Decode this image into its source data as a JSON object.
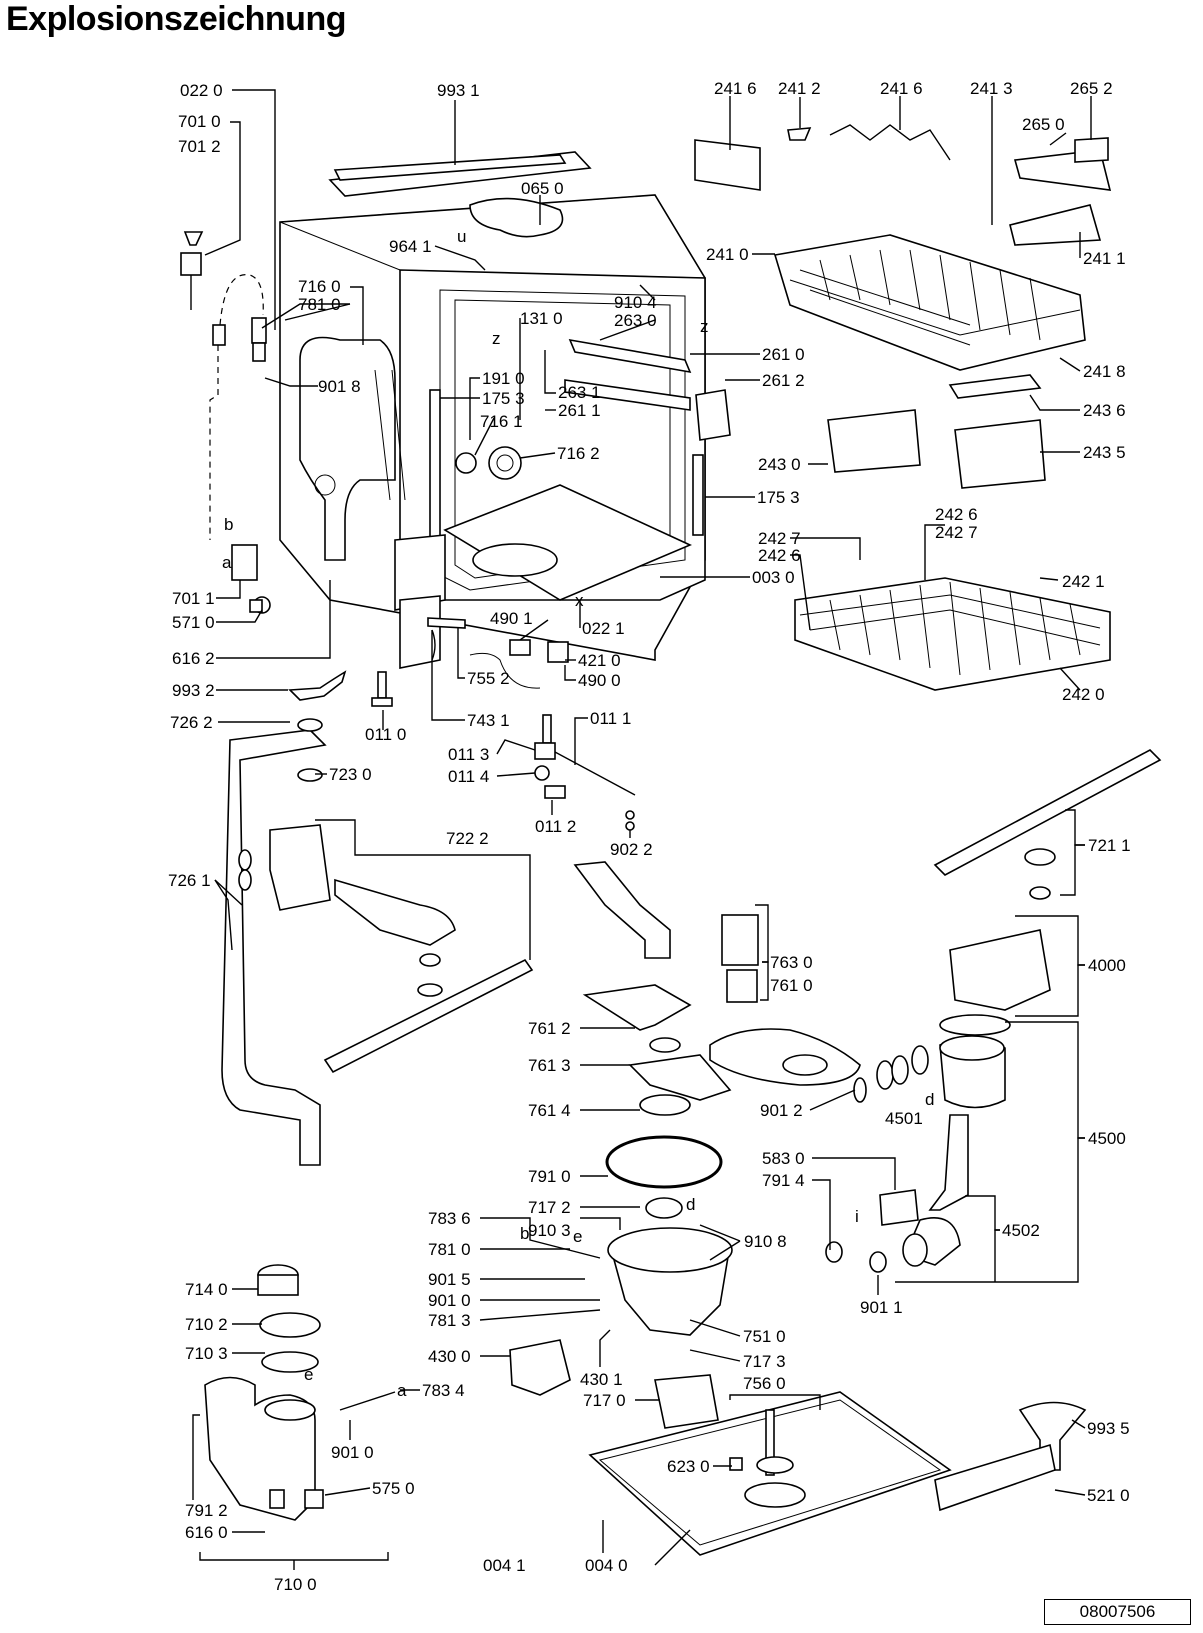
{
  "title": "Explosionszeichnung",
  "reference_number": "08007506",
  "part_labels": {
    "p0220": "022 0",
    "p9931": "993 1",
    "p0650": "065 0",
    "p9641": "964 1",
    "p7010": "701 0",
    "p7012": "701 2",
    "p7160": "716 0",
    "p7810": "781 0",
    "p9018": "901 8",
    "p1310": "131 0",
    "p9104": "910 4",
    "p2630": "263 0",
    "p2610": "261 0",
    "p2612": "261 2",
    "p1910": "191 0",
    "p1753a": "175 3",
    "p2631": "263 1",
    "p2611": "261 1",
    "p7161": "716 1",
    "p7162": "716 2",
    "p1753b": "175 3",
    "p0030": "003 0",
    "p7011": "701 1",
    "p5710": "571 0",
    "p6162": "616 2",
    "p9932": "993 2",
    "p0110": "011 0",
    "p0221": "022 1",
    "p4901": "490 1",
    "p4210": "421 0",
    "p4900": "490 0",
    "p7552": "755 2",
    "p7431": "743 1",
    "p0111": "011 1",
    "p0113": "011 3",
    "p0114": "011 4",
    "p0112": "011 2",
    "p9022": "902 2",
    "p7262": "726 2",
    "p7230": "723 0",
    "p7222": "722 2",
    "p7261": "726 1",
    "p2416a": "241 6",
    "p2412": "241 2",
    "p2416b": "241 6",
    "p2413": "241 3",
    "p2652": "265 2",
    "p2650": "265 0",
    "p2410": "241 0",
    "p2411": "241 1",
    "p2418": "241 8",
    "p2436": "243 6",
    "p2430": "243 0",
    "p2435": "243 5",
    "p2426a": "242 6",
    "p2427a": "242 7",
    "p2427b": "242 7",
    "p2426b": "242 6",
    "p2421": "242 1",
    "p2420": "242 0",
    "p7211": "721 1",
    "p7630": "763 0",
    "p7610": "761 0",
    "p4000": "4000",
    "p7612": "761 2",
    "p7613": "761 3",
    "p7614": "761 4",
    "p9012": "901 2",
    "p4501": "4501",
    "p4500": "4500",
    "p7910": "791 0",
    "p5830": "583 0",
    "p7914": "791 4",
    "p7172": "717 2",
    "p9103": "910 3",
    "p9108": "910 8",
    "p4502": "4502",
    "p7836": "783 6",
    "p7810b": "781 0",
    "p9015": "901 5",
    "p9010": "901 0",
    "p7813": "781 3",
    "p9011": "901 1",
    "p7510": "751 0",
    "p4300": "430 0",
    "p4301": "430 1",
    "p7173": "717 3",
    "p7560": "756 0",
    "p7170": "717 0",
    "p7140": "714 0",
    "p7102": "710 2",
    "p7103": "710 3",
    "p7834": "783 4",
    "p9010b": "901 0",
    "p7912": "791 2",
    "p6160": "616 0",
    "p5750": "575 0",
    "p7100": "710 0",
    "p6230": "623 0",
    "p9935": "993 5",
    "p5210": "521 0",
    "p0041": "004 1",
    "p0040": "004 0"
  },
  "letter_markers": {
    "b1": "b",
    "a1": "a",
    "z1": "z",
    "z2": "z",
    "x1": "x",
    "u1": "u",
    "d1": "d",
    "d2": "d",
    "e1": "e",
    "b2": "b",
    "e2": "e",
    "a2": "a",
    "i1": "i"
  }
}
